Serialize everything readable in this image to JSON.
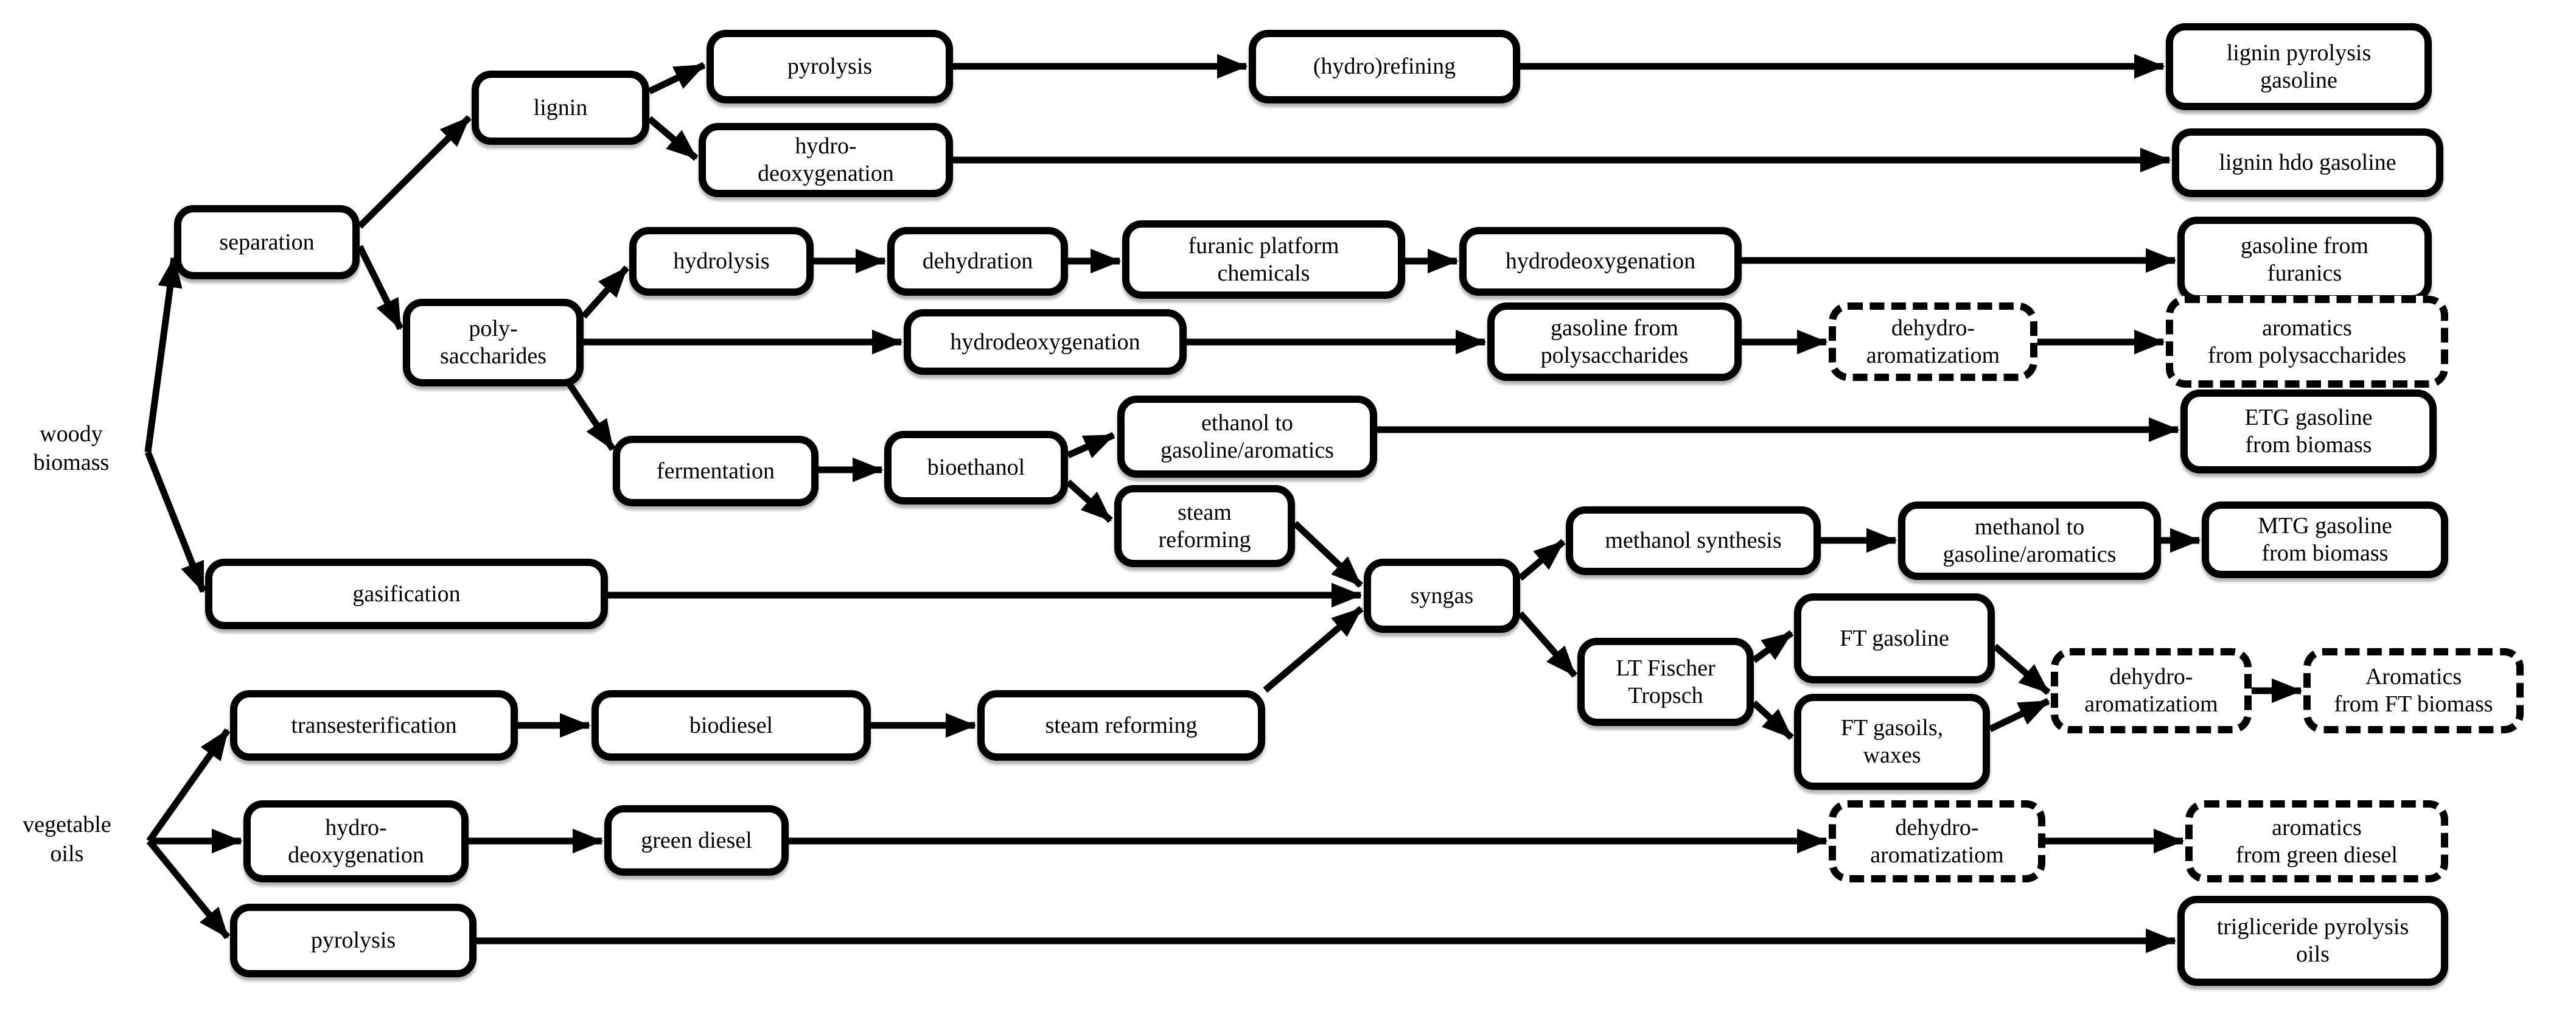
{
  "figure": {
    "colors": {
      "background": "#ffffff",
      "ink": "#000000"
    },
    "sources": {
      "woody_biomass": {
        "label": "woody\nbiomass"
      },
      "vegetable_oils": {
        "label": "vegetable\noils"
      }
    },
    "nodes": {
      "pyrolysis_top": {
        "label": "pyrolysis",
        "style": "solid"
      },
      "hydrorefining": {
        "label": "(hydro)refining",
        "style": "solid"
      },
      "lignin_pyrolysis_gasoline": {
        "label": "lignin pyrolysis\ngasoline",
        "style": "solid"
      },
      "lignin": {
        "label": "lignin",
        "style": "solid"
      },
      "hydro_deoxygenation_lignin": {
        "label": "hydro-\ndeoxygenation",
        "style": "solid"
      },
      "lignin_hdo_gasoline": {
        "label": "lignin hdo gasoline",
        "style": "solid"
      },
      "separation": {
        "label": "separation",
        "style": "solid"
      },
      "hydrolysis": {
        "label": "hydrolysis",
        "style": "solid"
      },
      "dehydration": {
        "label": "dehydration",
        "style": "solid"
      },
      "furanic_platform_chemicals": {
        "label": "furanic platform\nchemicals",
        "style": "solid"
      },
      "hydrodeoxygenation_furanics": {
        "label": "hydrodeoxygenation",
        "style": "solid"
      },
      "gasoline_from_furanics": {
        "label": "gasoline from\nfuranics",
        "style": "solid"
      },
      "polysaccharides": {
        "label": "poly-\nsaccharides",
        "style": "solid"
      },
      "hydrodeoxygenation_poly": {
        "label": "hydrodeoxygenation",
        "style": "solid"
      },
      "gasoline_from_polysaccharides": {
        "label": "gasoline from\npolysaccharides",
        "style": "solid"
      },
      "dehydro_aromatization_poly": {
        "label": "dehydro-\naromatizatiom",
        "style": "dashed"
      },
      "aromatics_from_polysaccharides": {
        "label": "aromatics\nfrom polysaccharides",
        "style": "dashed"
      },
      "ethanol_to_gasoline_aromatics": {
        "label": "ethanol to\ngasoline/aromatics",
        "style": "solid"
      },
      "fermentation": {
        "label": "fermentation",
        "style": "solid"
      },
      "bioethanol": {
        "label": "bioethanol",
        "style": "solid"
      },
      "etg_gasoline_from_biomass": {
        "label": "ETG gasoline\nfrom biomass",
        "style": "solid"
      },
      "steam_reforming_ethanol": {
        "label": "steam\nreforming",
        "style": "solid"
      },
      "methanol_synthesis": {
        "label": "methanol synthesis",
        "style": "solid"
      },
      "methanol_to_gasoline_aromatics": {
        "label": "methanol to\ngasoline/aromatics",
        "style": "solid"
      },
      "mtg_gasoline_from_biomass": {
        "label": "MTG gasoline\nfrom biomass",
        "style": "solid"
      },
      "gasification": {
        "label": "gasification",
        "style": "solid"
      },
      "syngas": {
        "label": "syngas",
        "style": "solid"
      },
      "ft_gasoline": {
        "label": "FT gasoline",
        "style": "solid"
      },
      "lt_fischer_tropsch": {
        "label": "LT Fischer\nTropsch",
        "style": "solid"
      },
      "dehydro_aromatization_ft": {
        "label": "dehydro-\naromatizatiom",
        "style": "dashed"
      },
      "aromatics_from_ft_biomass": {
        "label": "Aromatics\nfrom FT biomass",
        "style": "dashed"
      },
      "ft_gasoils_waxes": {
        "label": "FT gasoils,\nwaxes",
        "style": "solid"
      },
      "transesterification": {
        "label": "transesterification",
        "style": "solid"
      },
      "biodiesel": {
        "label": "biodiesel",
        "style": "solid"
      },
      "steam_reforming_biodiesel": {
        "label": "steam reforming",
        "style": "solid"
      },
      "hydro_deoxygenation_veg": {
        "label": "hydro-\ndeoxygenation",
        "style": "solid"
      },
      "green_diesel": {
        "label": "green diesel",
        "style": "solid"
      },
      "dehydro_aromatization_green": {
        "label": "dehydro-\naromatizatiom",
        "style": "dashed"
      },
      "aromatics_from_green_diesel": {
        "label": "aromatics\nfrom green diesel",
        "style": "dashed"
      },
      "pyrolysis_veg": {
        "label": "pyrolysis",
        "style": "solid"
      },
      "trigliceride_pyrolysis_oils": {
        "label": "trigliceride pyrolysis\noils",
        "style": "solid"
      }
    },
    "edges": [
      {
        "from": "woody_biomass",
        "to": "separation"
      },
      {
        "from": "woody_biomass",
        "to": "gasification"
      },
      {
        "from": "separation",
        "to": "lignin"
      },
      {
        "from": "separation",
        "to": "polysaccharides"
      },
      {
        "from": "lignin",
        "to": "pyrolysis_top"
      },
      {
        "from": "lignin",
        "to": "hydro_deoxygenation_lignin"
      },
      {
        "from": "pyrolysis_top",
        "to": "hydrorefining"
      },
      {
        "from": "hydrorefining",
        "to": "lignin_pyrolysis_gasoline"
      },
      {
        "from": "hydro_deoxygenation_lignin",
        "to": "lignin_hdo_gasoline"
      },
      {
        "from": "polysaccharides",
        "to": "hydrolysis"
      },
      {
        "from": "hydrolysis",
        "to": "dehydration"
      },
      {
        "from": "dehydration",
        "to": "furanic_platform_chemicals"
      },
      {
        "from": "furanic_platform_chemicals",
        "to": "hydrodeoxygenation_furanics"
      },
      {
        "from": "hydrodeoxygenation_furanics",
        "to": "gasoline_from_furanics"
      },
      {
        "from": "polysaccharides",
        "to": "hydrodeoxygenation_poly"
      },
      {
        "from": "hydrodeoxygenation_poly",
        "to": "gasoline_from_polysaccharides"
      },
      {
        "from": "gasoline_from_polysaccharides",
        "to": "dehydro_aromatization_poly"
      },
      {
        "from": "dehydro_aromatization_poly",
        "to": "aromatics_from_polysaccharides"
      },
      {
        "from": "polysaccharides",
        "to": "fermentation"
      },
      {
        "from": "fermentation",
        "to": "bioethanol"
      },
      {
        "from": "bioethanol",
        "to": "ethanol_to_gasoline_aromatics"
      },
      {
        "from": "bioethanol",
        "to": "steam_reforming_ethanol"
      },
      {
        "from": "ethanol_to_gasoline_aromatics",
        "to": "etg_gasoline_from_biomass"
      },
      {
        "from": "steam_reforming_ethanol",
        "to": "syngas"
      },
      {
        "from": "gasification",
        "to": "syngas"
      },
      {
        "from": "steam_reforming_biodiesel",
        "to": "syngas"
      },
      {
        "from": "syngas",
        "to": "methanol_synthesis"
      },
      {
        "from": "syngas",
        "to": "lt_fischer_tropsch"
      },
      {
        "from": "methanol_synthesis",
        "to": "methanol_to_gasoline_aromatics"
      },
      {
        "from": "methanol_to_gasoline_aromatics",
        "to": "mtg_gasoline_from_biomass"
      },
      {
        "from": "lt_fischer_tropsch",
        "to": "ft_gasoline"
      },
      {
        "from": "lt_fischer_tropsch",
        "to": "ft_gasoils_waxes"
      },
      {
        "from": "ft_gasoline",
        "to": "dehydro_aromatization_ft"
      },
      {
        "from": "ft_gasoils_waxes",
        "to": "dehydro_aromatization_ft"
      },
      {
        "from": "dehydro_aromatization_ft",
        "to": "aromatics_from_ft_biomass"
      },
      {
        "from": "vegetable_oils",
        "to": "transesterification"
      },
      {
        "from": "vegetable_oils",
        "to": "hydro_deoxygenation_veg"
      },
      {
        "from": "vegetable_oils",
        "to": "pyrolysis_veg"
      },
      {
        "from": "transesterification",
        "to": "biodiesel"
      },
      {
        "from": "biodiesel",
        "to": "steam_reforming_biodiesel"
      },
      {
        "from": "hydro_deoxygenation_veg",
        "to": "green_diesel"
      },
      {
        "from": "green_diesel",
        "to": "dehydro_aromatization_green"
      },
      {
        "from": "dehydro_aromatization_green",
        "to": "aromatics_from_green_diesel"
      },
      {
        "from": "pyrolysis_veg",
        "to": "trigliceride_pyrolysis_oils"
      }
    ]
  }
}
